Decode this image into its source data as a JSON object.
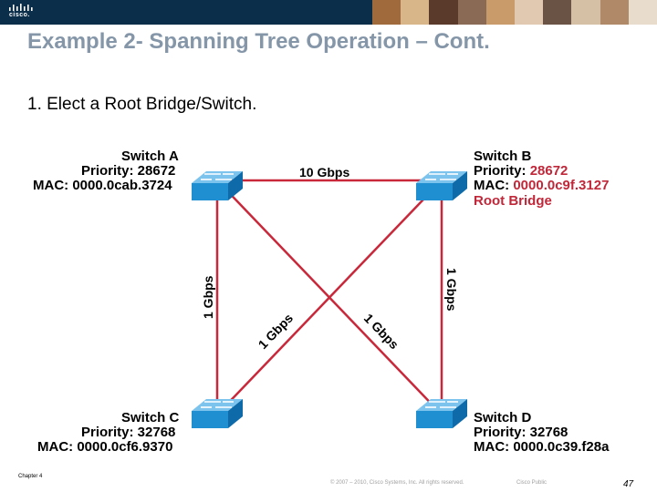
{
  "header": {
    "brand": "cisco.",
    "photo_colors": [
      "#a06a3c",
      "#d9b58a",
      "#5a3a2a",
      "#8a6a55",
      "#c99a6a",
      "#e0c9b0",
      "#6a5245",
      "#d5c0a5",
      "#b08a68",
      "#e8dccc"
    ]
  },
  "slide": {
    "title": "Example 2- Spanning Tree Operation – Cont.",
    "subtitle": "1. Elect a Root Bridge/Switch."
  },
  "switches": {
    "a": {
      "name": "Switch A",
      "priority": "Priority: 28672",
      "mac": "MAC: 0000.0cab.3724"
    },
    "b": {
      "name": "Switch B",
      "priority_label": "Priority: ",
      "priority_value": "28672",
      "mac_label": "MAC: ",
      "mac_value": "0000.0c9f.3127",
      "role": "Root Bridge"
    },
    "c": {
      "name": "Switch C",
      "priority": "Priority: 32768",
      "mac": "MAC: 0000.0cf6.9370"
    },
    "d": {
      "name": "Switch D",
      "priority": "Priority: 32768",
      "mac": "MAC: 0000.0c39.f28a"
    }
  },
  "links": {
    "ab": "10 Gbps",
    "ac": "1 Gbps",
    "bd": "1 Gbps",
    "bc": "1 Gbps",
    "ad": "1 Gbps"
  },
  "colors": {
    "link": "#c8283a",
    "switch": "#1f8fd1",
    "root_text": "#c0283a",
    "title": "#8496a8"
  },
  "footer": {
    "chapter": "Chapter 4",
    "copyright": "© 2007 – 2010, Cisco Systems, Inc. All rights reserved.",
    "classification": "Cisco Public",
    "page": "47"
  }
}
